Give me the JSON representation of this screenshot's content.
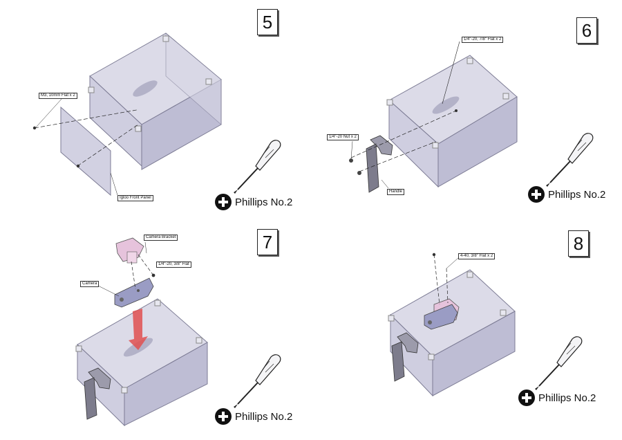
{
  "steps": [
    {
      "number": "5",
      "tool": "Phillips No.2",
      "callouts": {
        "screws": "M3, 10mm Flat x 2",
        "panel": "Igloo Front Panel"
      }
    },
    {
      "number": "6",
      "tool": "Phillips No.2",
      "callouts": {
        "bolts": "1/4\"-20, 7/8\" Flat x 2",
        "nuts": "1/4\"-20 Nut x 2",
        "handle": "Handle"
      }
    },
    {
      "number": "7",
      "tool": "Phillips No.2",
      "callouts": {
        "bracket": "Camera Bracket",
        "screw": "1/4\"-20, 3/8\" Flat",
        "camera": "Camera"
      }
    },
    {
      "number": "8",
      "tool": "Phillips No.2",
      "callouts": {
        "screws": "4-40, 3/8\" Flat x 2"
      }
    }
  ],
  "icons": [
    "screwdriver-icon",
    "phillips-plus-icon"
  ],
  "colors": {
    "enclosure": "#c9c8de",
    "enclosure_edge": "#7c7b94",
    "handle": "#7d7c8c",
    "bracket": "#e6c3dc",
    "camera": "#9a9cc4",
    "arrow": "#e05050"
  }
}
